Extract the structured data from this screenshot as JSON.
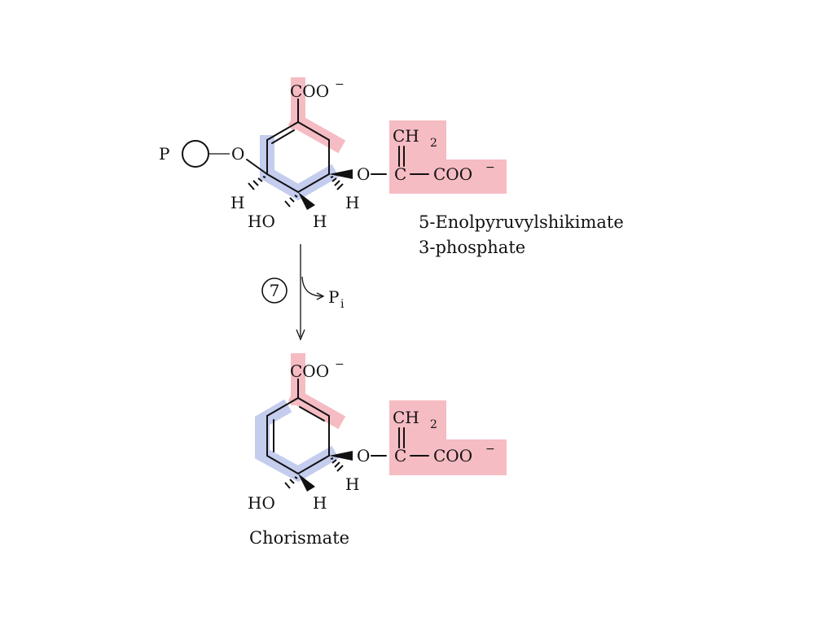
{
  "colors": {
    "pink_highlight": "#f6bcc3",
    "blue_highlight": "#c4cdee",
    "ink": "#111111"
  },
  "reactant": {
    "carboxylate": "COO",
    "charge": "−",
    "phosphate_p": "P",
    "ring_oxygen": "O",
    "ether_oxygen": "O",
    "vinyl_group": "CH",
    "vinyl_subscript": "2",
    "central_carbon": "C",
    "side_carboxylate": "COO",
    "side_charge": "−",
    "h_left": "H",
    "h_right": "H",
    "h_bottom": "H",
    "hydroxyl": "HO",
    "name_line1": "5-Enolpyruvylshikimate",
    "name_line2": "3-phosphate"
  },
  "reaction": {
    "step_number": "7",
    "byproduct": "P",
    "byproduct_subscript": "i"
  },
  "product": {
    "carboxylate": "COO",
    "charge": "−",
    "ether_oxygen": "O",
    "vinyl_group": "CH",
    "vinyl_subscript": "2",
    "central_carbon": "C",
    "side_carboxylate": "COO",
    "side_charge": "−",
    "h_right": "H",
    "h_bottom": "H",
    "hydroxyl": "HO",
    "name": "Chorismate"
  }
}
